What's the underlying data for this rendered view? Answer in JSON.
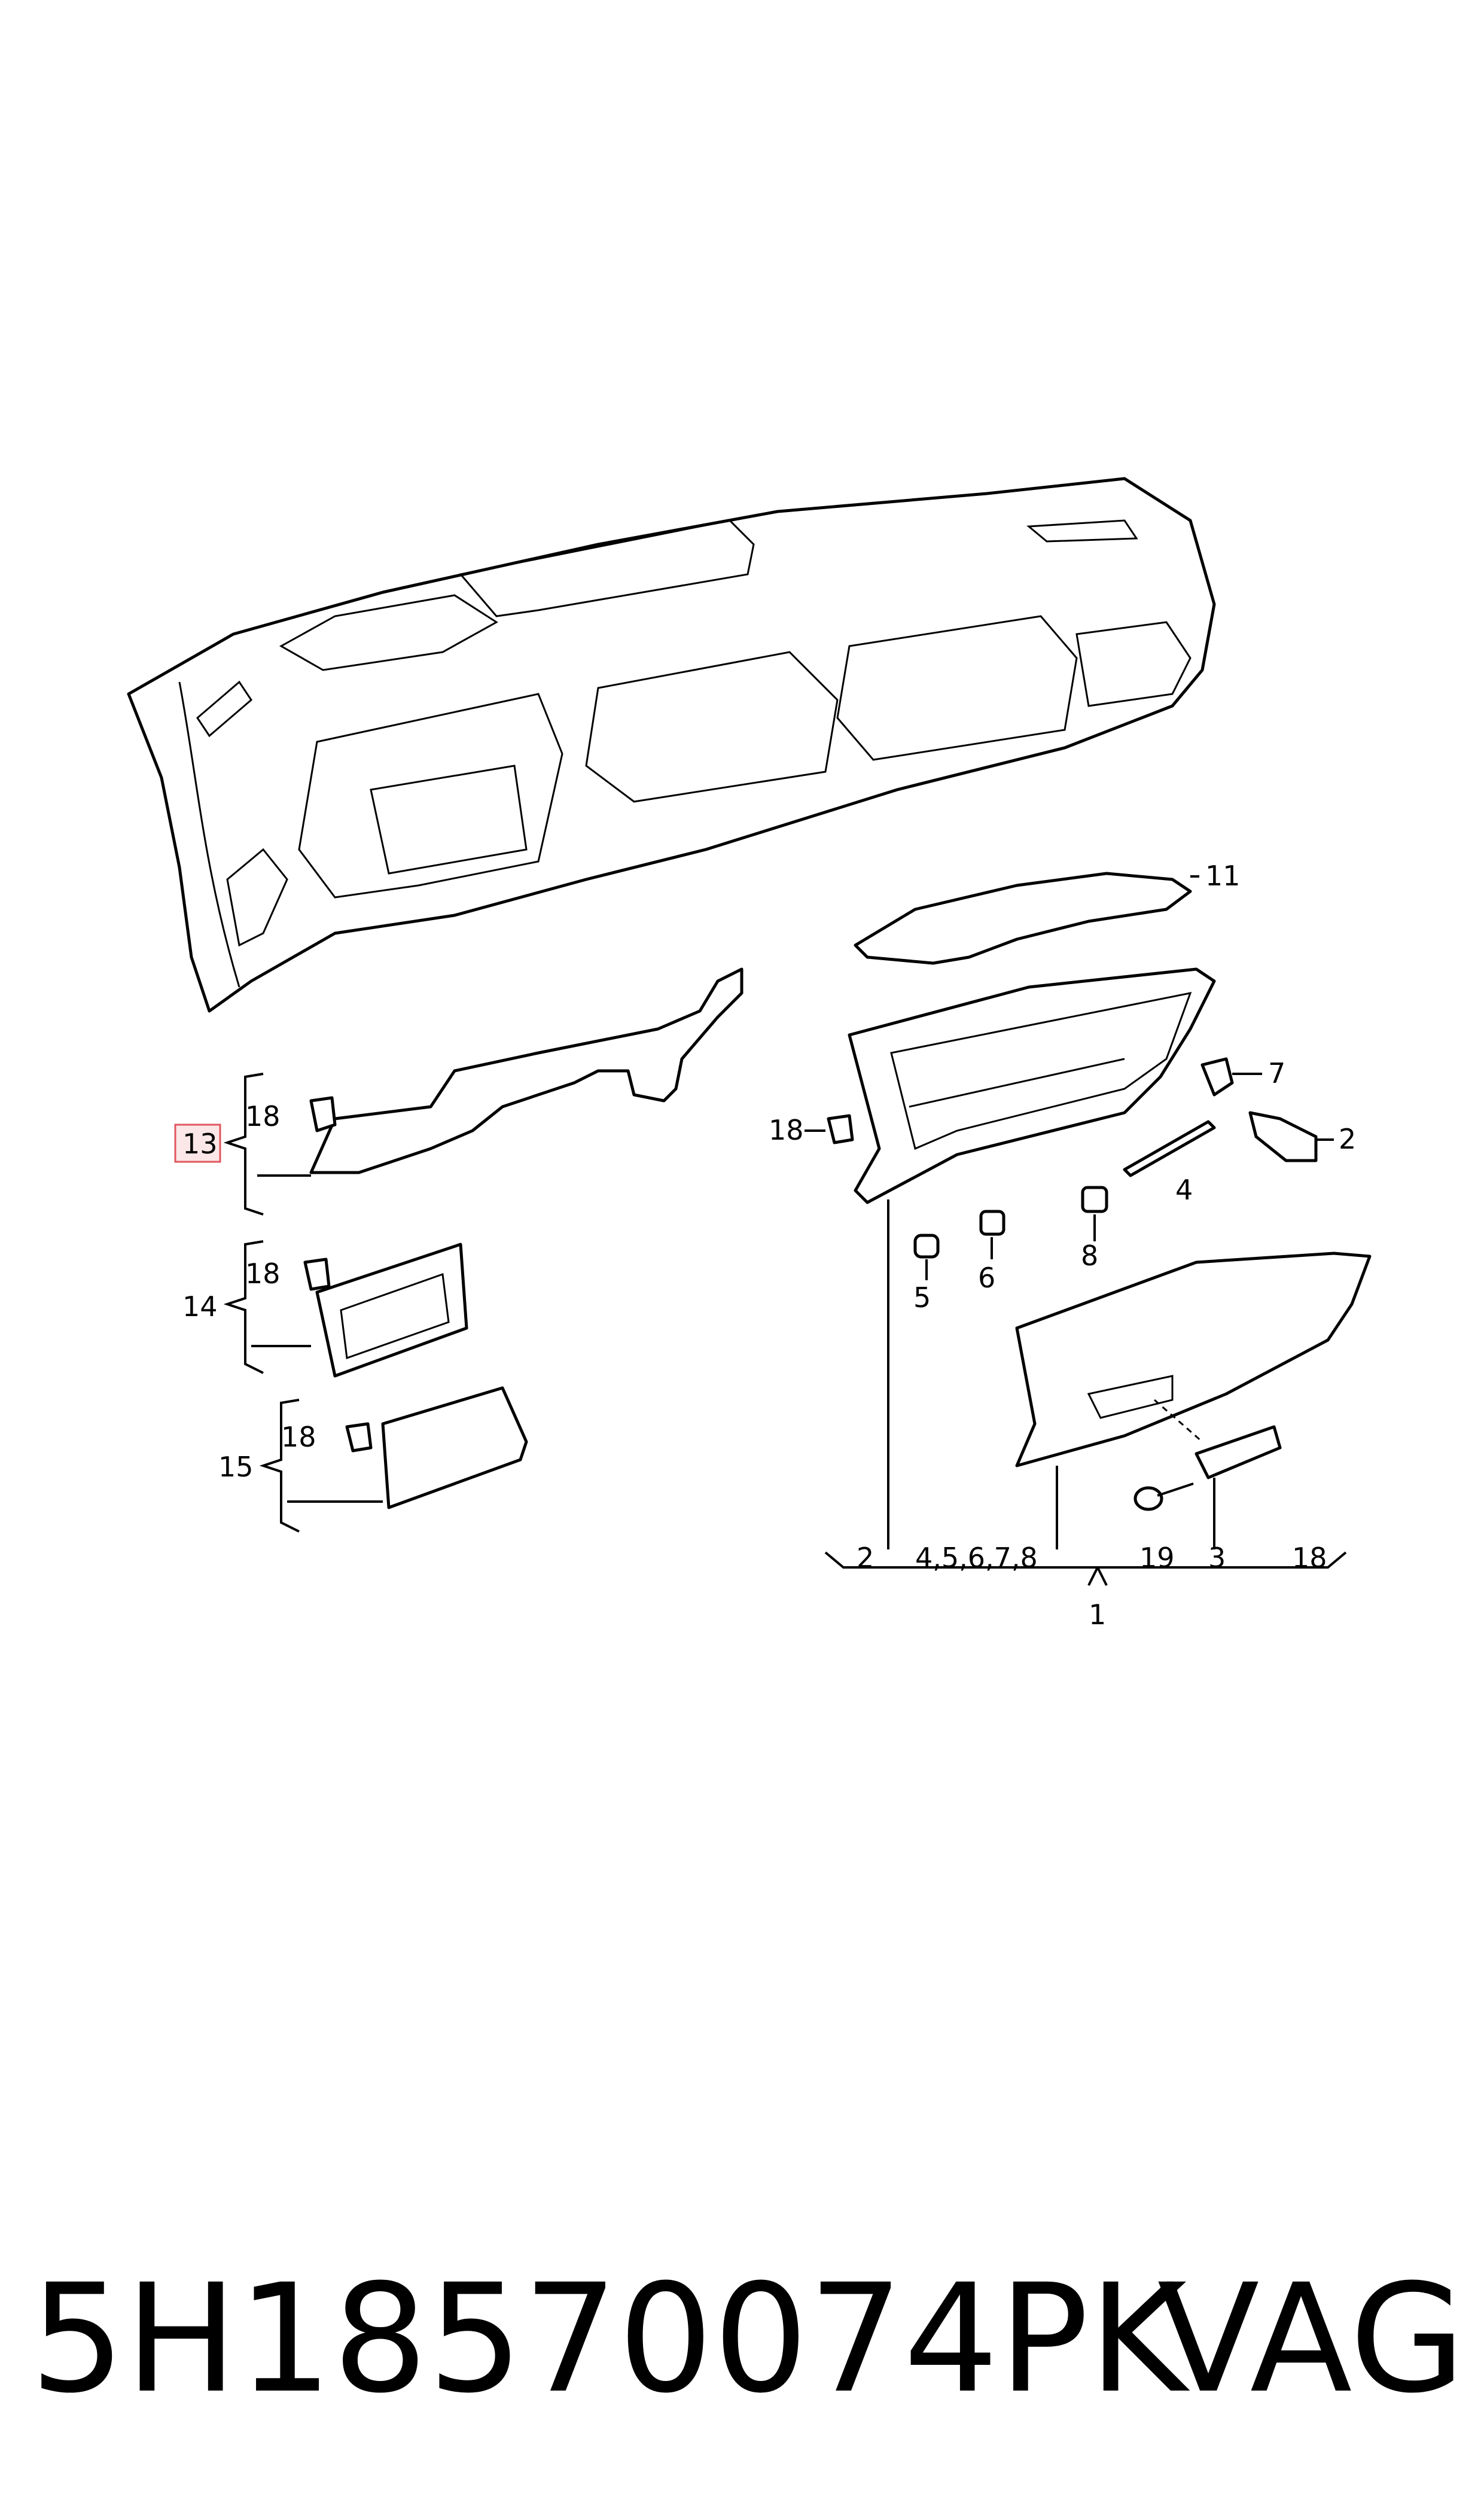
{
  "callouts": {
    "c1": "1",
    "c2a": "2",
    "c2b": "2",
    "c3": "3",
    "c4": "4",
    "c5": "5",
    "c6": "6",
    "c7": "7",
    "c8": "8",
    "c11": "11",
    "c13": "13",
    "c14": "14",
    "c15": "15",
    "c18a": "18",
    "c18b": "18",
    "c18c": "18",
    "c18d": "18",
    "c18e": "18",
    "c19": "19",
    "group": "4,5,6,7,8"
  },
  "highlight_color": "#e0565e",
  "footer": {
    "part_number": "5H18570074PK",
    "brand": "VAG"
  }
}
